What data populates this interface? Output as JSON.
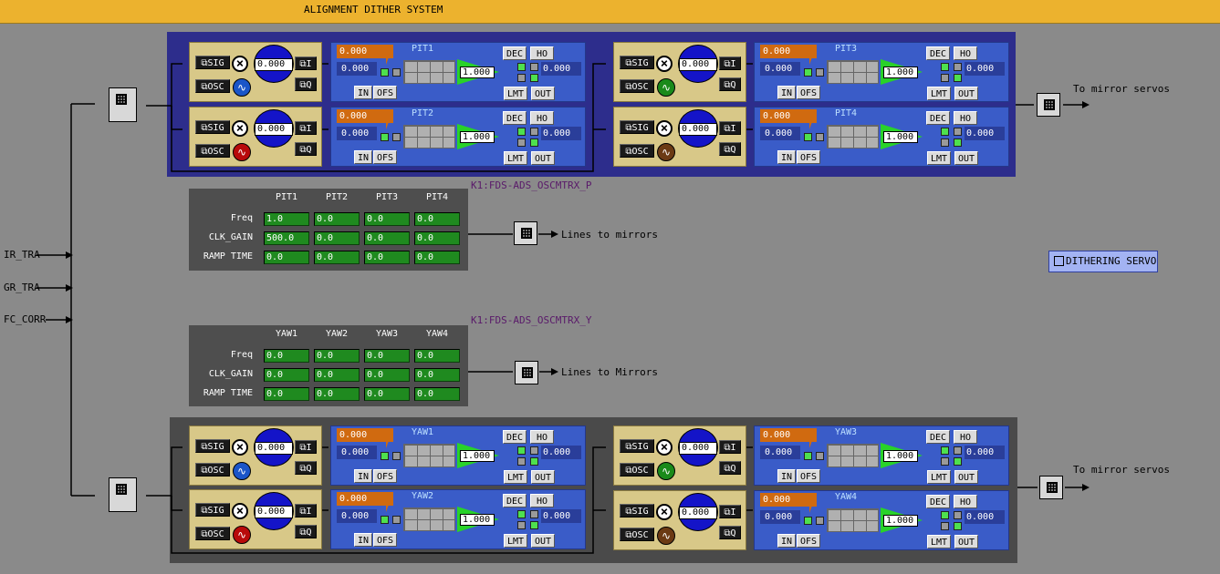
{
  "window": {
    "title": "ALIGNMENT DITHER SYSTEM"
  },
  "inputs": [
    "IR_TRA",
    "GR_TRA",
    "FC_CORR"
  ],
  "outputs": {
    "top": "To mirror servos",
    "bottom": "To mirror servos"
  },
  "osc_buttons": {
    "sig": "⧉SIG",
    "osc": "⧉OSC",
    "i": "⧉I",
    "q": "⧉Q"
  },
  "filter_buttons": {
    "dec": "DEC",
    "ho": "HO",
    "in": "IN",
    "ofs": "OFS",
    "lmt": "LMT",
    "out": "OUT"
  },
  "pit_channels": [
    {
      "name": "PIT1",
      "osc_val": "0.000",
      "offset": "0.000",
      "input": "0.000",
      "gain": "1.000",
      "output": "0.000",
      "wave_color": "#1a55c8"
    },
    {
      "name": "PIT2",
      "osc_val": "0.000",
      "offset": "0.000",
      "input": "0.000",
      "gain": "1.000",
      "output": "0.000",
      "wave_color": "#b80a0a"
    },
    {
      "name": "PIT3",
      "osc_val": "0.000",
      "offset": "0.000",
      "input": "0.000",
      "gain": "1.000",
      "output": "0.000",
      "wave_color": "#1a8a1a"
    },
    {
      "name": "PIT4",
      "osc_val": "0.000",
      "offset": "0.000",
      "input": "0.000",
      "gain": "1.000",
      "output": "0.000",
      "wave_color": "#6b3a14"
    }
  ],
  "yaw_channels": [
    {
      "name": "YAW1",
      "osc_val": "0.000",
      "offset": "0.000",
      "input": "0.000",
      "gain": "1.000",
      "output": "0.000",
      "wave_color": "#1a55c8"
    },
    {
      "name": "YAW2",
      "osc_val": "0.000",
      "offset": "0.000",
      "input": "0.000",
      "gain": "1.000",
      "output": "0.000",
      "wave_color": "#b80a0a"
    },
    {
      "name": "YAW3",
      "osc_val": "0.000",
      "offset": "0.000",
      "input": "0.000",
      "gain": "1.000",
      "output": "0.000",
      "wave_color": "#1a8a1a"
    },
    {
      "name": "YAW4",
      "osc_val": "0.000",
      "offset": "0.000",
      "input": "0.000",
      "gain": "1.000",
      "output": "0.000",
      "wave_color": "#6b3a14"
    }
  ],
  "pit_matrix": {
    "channel": "K1:FDS-ADS_OSCMTRX_P",
    "headers": [
      "PIT1",
      "PIT2",
      "PIT3",
      "PIT4"
    ],
    "rows": [
      {
        "label": "Freq",
        "values": [
          "1.0",
          "0.0",
          "0.0",
          "0.0"
        ]
      },
      {
        "label": "CLK_GAIN",
        "values": [
          "500.0",
          "0.0",
          "0.0",
          "0.0"
        ]
      },
      {
        "label": "RAMP TIME",
        "values": [
          "0.0",
          "0.0",
          "0.0",
          "0.0"
        ]
      }
    ],
    "dest": "Lines to mirrors"
  },
  "yaw_matrix": {
    "channel": "K1:FDS-ADS_OSCMTRX_Y",
    "headers": [
      "YAW1",
      "YAW2",
      "YAW3",
      "YAW4"
    ],
    "rows": [
      {
        "label": "Freq",
        "values": [
          "0.0",
          "0.0",
          "0.0",
          "0.0"
        ]
      },
      {
        "label": "CLK_GAIN",
        "values": [
          "0.0",
          "0.0",
          "0.0",
          "0.0"
        ]
      },
      {
        "label": "RAMP TIME",
        "values": [
          "0.0",
          "0.0",
          "0.0",
          "0.0"
        ]
      }
    ],
    "dest": "Lines to Mirrors"
  },
  "dithering_button": "DITHERING SERVO",
  "colors": {
    "title_bar": "#ecb22e",
    "pit_panel": "#2d2d8c",
    "yaw_panel": "#4a4a4a",
    "filter": "#3a5cc8",
    "osc": "#d8c888"
  }
}
